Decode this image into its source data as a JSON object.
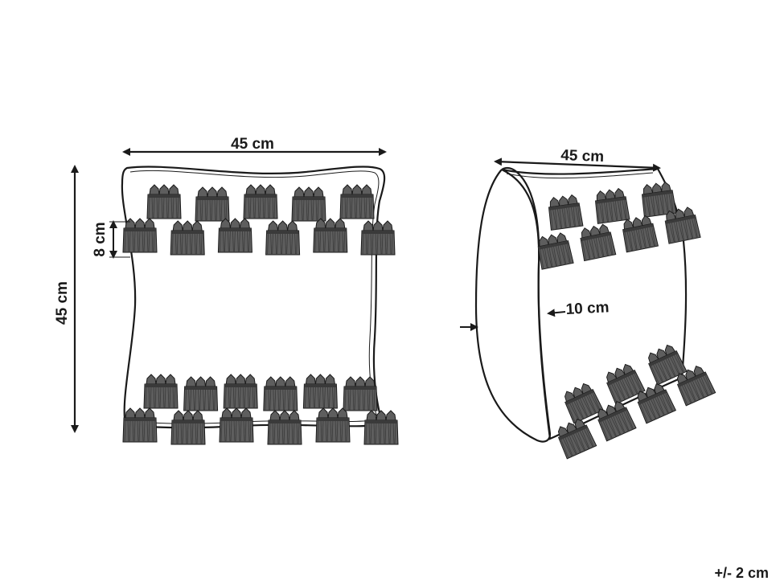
{
  "front_view": {
    "width_label": "45 cm",
    "height_label": "45 cm",
    "tassel_label": "8 cm",
    "tassel_rows": [
      5,
      6,
      6,
      6
    ]
  },
  "side_view": {
    "width_label": "45 cm",
    "depth_label": "10 cm",
    "tassel_rows": [
      3,
      4,
      3,
      4
    ]
  },
  "tolerance": "+/- 2 cm",
  "colors": {
    "outline": "#1a1a1a",
    "tassel_fill": "#5e5e5e",
    "tassel_shade": "#3a3a3a"
  }
}
